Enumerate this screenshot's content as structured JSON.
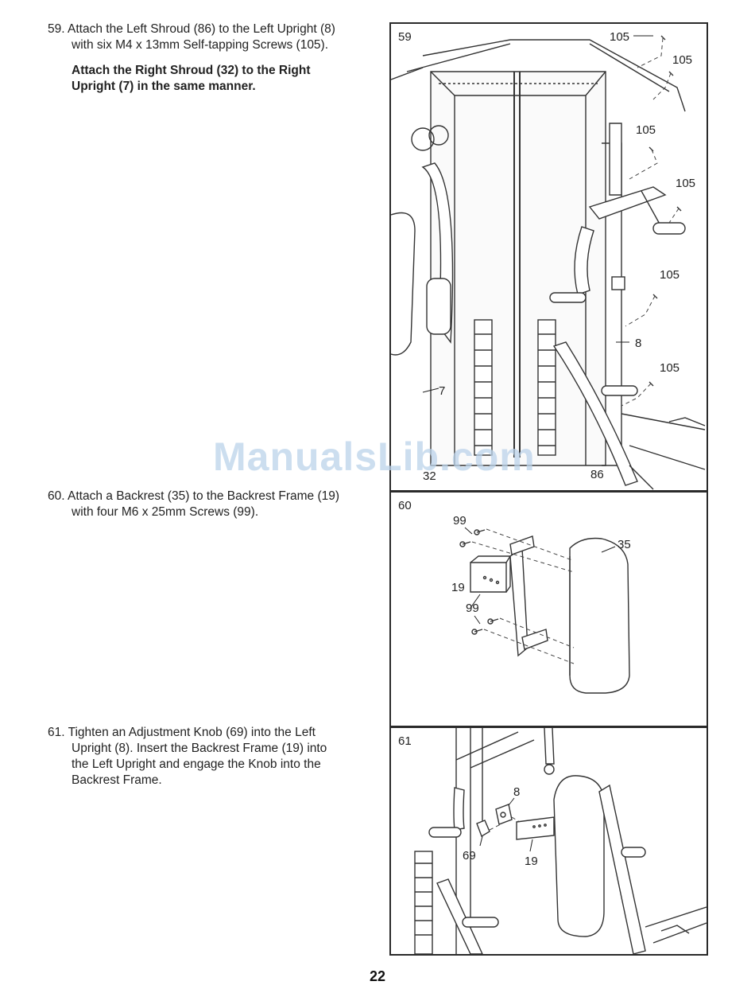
{
  "steps": [
    {
      "number": "59.",
      "lines": [
        "Attach the Left Shroud (86) to the Left Upright (8)",
        "with six M4 x 13mm Self-tapping Screws (105)."
      ],
      "bold_lines": [
        "Attach the Right Shroud (32) to the Right",
        "Upright (7) in the same manner."
      ]
    },
    {
      "number": "60.",
      "lines": [
        "Attach a Backrest (35) to the Backrest Frame (19)",
        "with four M6 x 25mm Screws (99)."
      ]
    },
    {
      "number": "61.",
      "lines": [
        "Tighten an Adjustment Knob (69) into the Left",
        "Upright (8). Insert the Backrest Frame (19) into",
        "the Left Upright and engage the Knob into the",
        "Backrest Frame."
      ]
    }
  ],
  "figures": {
    "fig59": {
      "number": "59",
      "labels": {
        "screw_a": "105",
        "screw_b": "105",
        "screw_c": "105",
        "screw_d": "105",
        "screw_e": "105",
        "screw_f": "105",
        "upright_left": "8",
        "upright_right": "7",
        "shroud_right": "32",
        "shroud_left": "86"
      }
    },
    "fig60": {
      "number": "60",
      "labels": {
        "screws_top": "99",
        "screws_bottom": "99",
        "frame": "19",
        "backrest": "35"
      }
    },
    "fig61": {
      "number": "61",
      "labels": {
        "upright": "8",
        "knob": "69",
        "frame": "19"
      }
    }
  },
  "watermark": "ManualsLib.com",
  "page_number": "22"
}
